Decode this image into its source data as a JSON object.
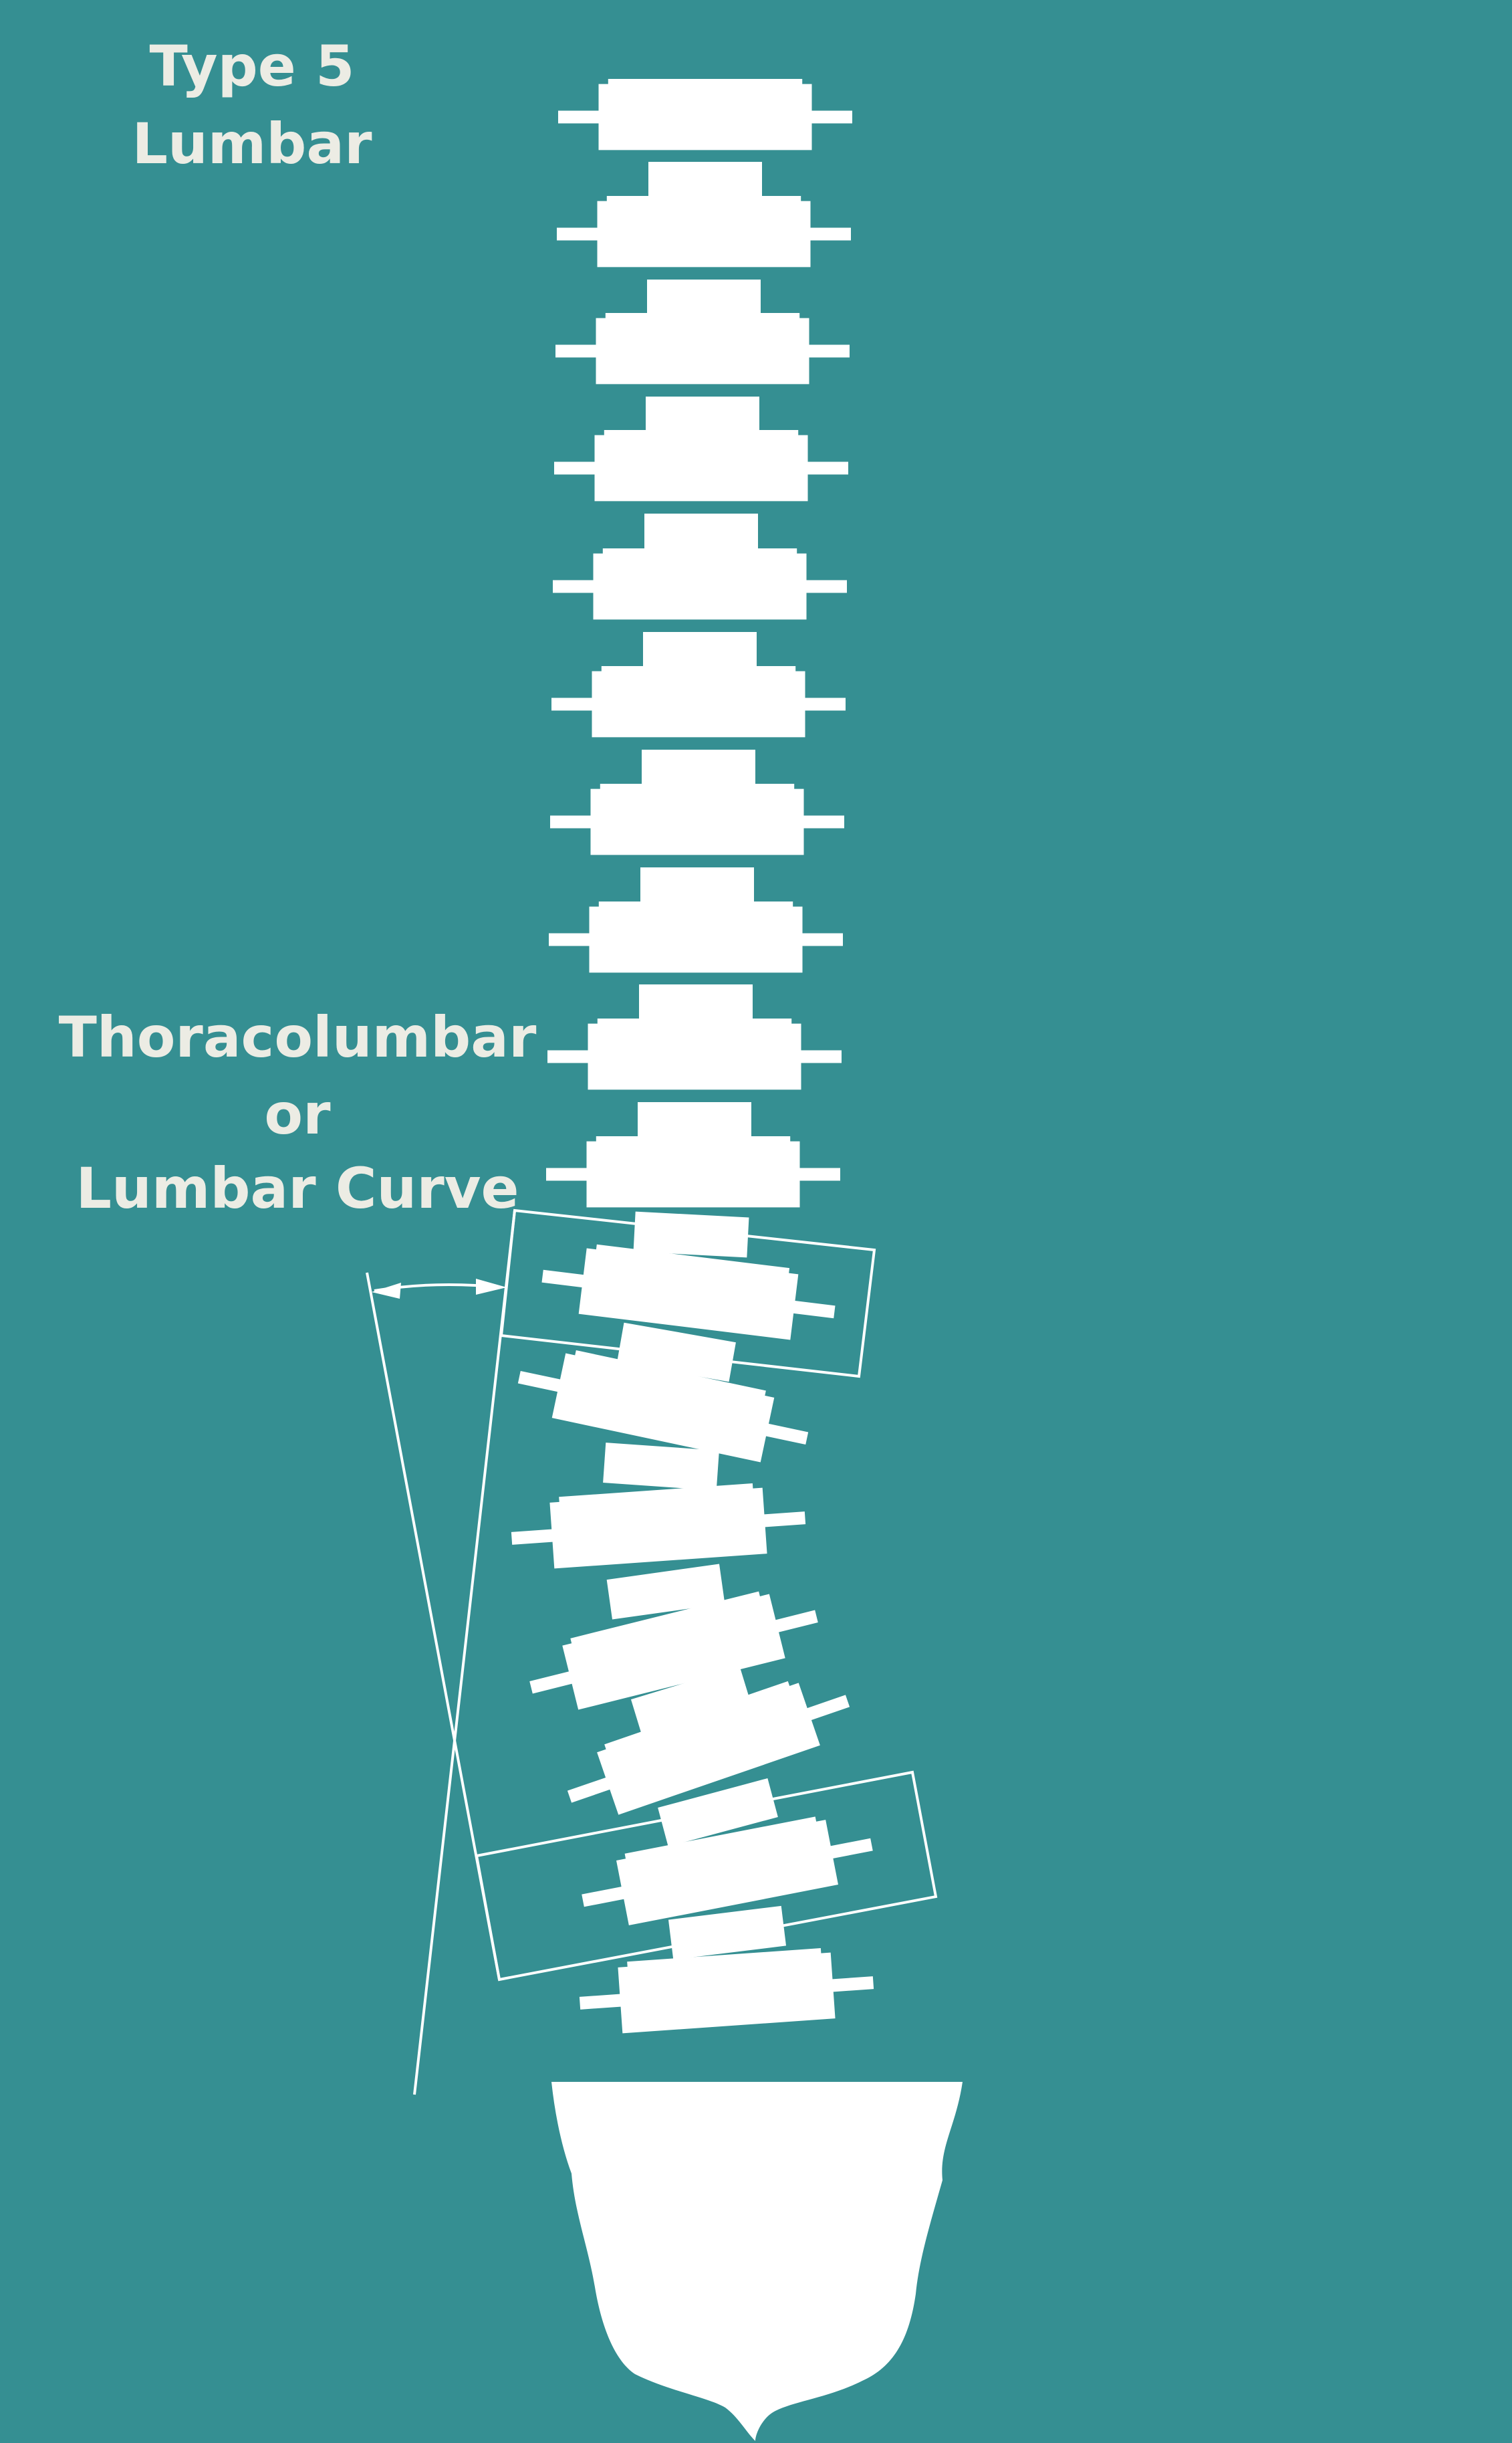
{
  "labels": {
    "type_title": "Type 5",
    "type_subtitle": "Lumbar",
    "curve_line1": "Thoracolumbar",
    "curve_line2": "or",
    "curve_line3": "Lumbar Curve"
  },
  "colors": {
    "background": "#358f92",
    "bone": "#ffffff",
    "label_text": "#ecece4",
    "outline": "#ffffff"
  },
  "spine": {
    "vertebra_count": 17,
    "measured_curve": "Cobb angle between upper and lower end vertebra endplates"
  }
}
